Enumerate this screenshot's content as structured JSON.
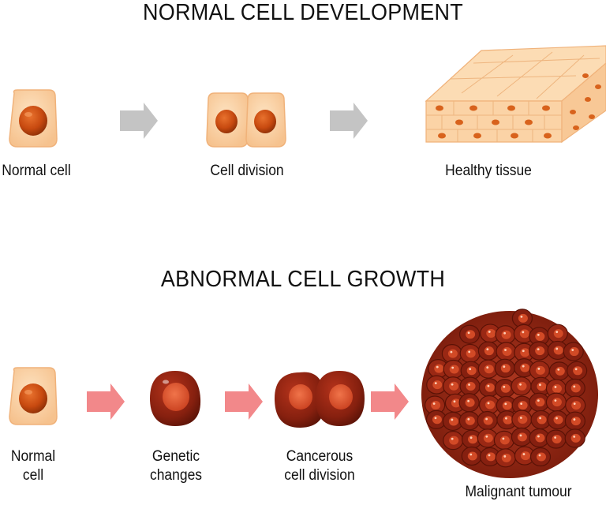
{
  "sections": {
    "normal": {
      "title": "NORMAL CELL DEVELOPMENT",
      "steps": [
        {
          "label": "Normal cell"
        },
        {
          "label": "Cell division"
        },
        {
          "label": "Healthy tissue"
        }
      ]
    },
    "abnormal": {
      "title": "ABNORMAL CELL GROWTH",
      "steps": [
        {
          "line1": "Normal",
          "line2": "cell"
        },
        {
          "line1": "Genetic",
          "line2": "changes"
        },
        {
          "line1": "Cancerous",
          "line2": "cell division"
        },
        {
          "label": "Malignant tumour"
        }
      ]
    }
  },
  "colors": {
    "healthy_cell_fill": "#fbd3a6",
    "healthy_nucleus": "#c84a10",
    "normal_arrow": "#c4c4c4",
    "cancer_arrow": "#f2888a",
    "cancer_cell": "#8e2212",
    "cancer_nucleus": "#d8532a"
  }
}
